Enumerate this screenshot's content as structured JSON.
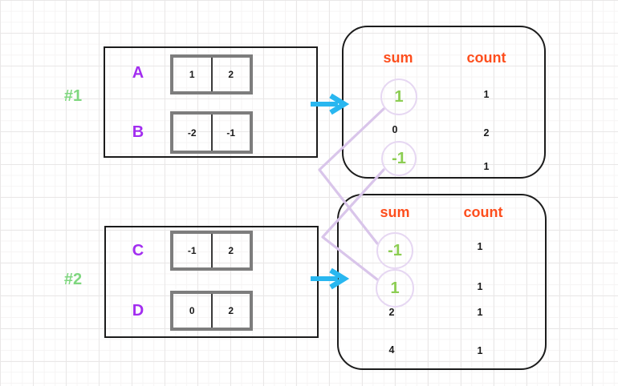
{
  "examples": [
    {
      "label": "#1",
      "arrays": [
        {
          "name": "A",
          "cells": [
            "1",
            "2"
          ]
        },
        {
          "name": "B",
          "cells": [
            "-2",
            "-1"
          ]
        }
      ],
      "result": {
        "sum_header": "sum",
        "count_header": "count",
        "rows": [
          {
            "sum": "1",
            "count": "1",
            "circled": true
          },
          {
            "sum": "0",
            "count": "2",
            "circled": false
          },
          {
            "sum": "-1",
            "count": "1",
            "circled": true
          }
        ]
      }
    },
    {
      "label": "#2",
      "arrays": [
        {
          "name": "C",
          "cells": [
            "-1",
            "2"
          ]
        },
        {
          "name": "D",
          "cells": [
            "0",
            "2"
          ]
        }
      ],
      "result": {
        "sum_header": "sum",
        "count_header": "count",
        "rows": [
          {
            "sum": "-1",
            "count": "1",
            "circled": true
          },
          {
            "sum": "1",
            "count": "1",
            "circled": true
          },
          {
            "sum": "2",
            "count": "1",
            "circled": false
          },
          {
            "sum": "4",
            "count": "1",
            "circled": false
          }
        ]
      }
    }
  ],
  "connections": [
    {
      "from_example": "#1",
      "from_sum": "1",
      "to_example": "#2",
      "to_sum": "-1"
    },
    {
      "from_example": "#1",
      "from_sum": "-1",
      "to_example": "#2",
      "to_sum": "1"
    }
  ],
  "colors": {
    "purple": "#a22df0",
    "label-green": "#7fd77f",
    "sum-green": "#8ccd52",
    "orange": "#fd4e1d",
    "cyan": "#29b7f0",
    "lavender": "#d9c5ea",
    "lavender-light": "#e6d7f2"
  }
}
